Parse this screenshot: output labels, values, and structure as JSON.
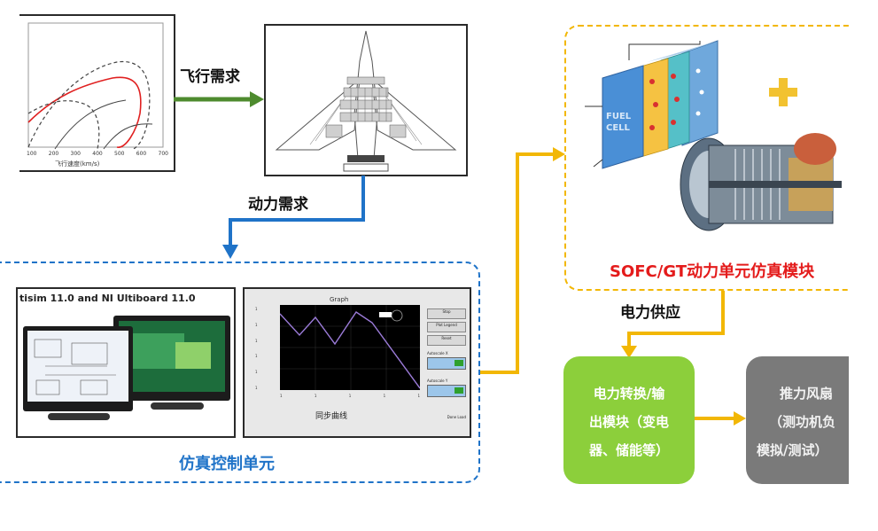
{
  "labels": {
    "flight_demand": "飞行需求",
    "power_demand": "动力需求",
    "power_supply": "电力供应"
  },
  "top_left_plot": {
    "xlabel": "飞行速度(km/s)",
    "x_ticks": [
      "100",
      "200",
      "300",
      "400",
      "500",
      "600",
      "700"
    ]
  },
  "sim_control": {
    "title": "仿真控制单元",
    "software_banner": "tisim 11.0 and NI Ultiboard 11.0",
    "graph_title": "Graph",
    "graph_footer_text": "同步曲线",
    "side_buttons": [
      "Stop",
      "Plot Legend",
      "Reset"
    ],
    "side_group1": "Autoscale X",
    "side_group2": "Autoscale Y",
    "status": "Done Load"
  },
  "sofc_module": {
    "title": "SOFC/GT动力单元仿真模块",
    "cell_text": "FUEL CELL"
  },
  "conversion_box": {
    "lines": [
      "电力转换/输",
      "出模块（变电",
      "器、储能等）"
    ]
  },
  "thrust_box": {
    "lines": [
      "推力风扇",
      "（测功机负",
      "模拟/测试）"
    ]
  },
  "colors": {
    "green_arrow": "#4e8b2e",
    "blue": "#1f73c8",
    "yellow": "#f2b705",
    "green_box": "#8ccf3b",
    "gray_box": "#7a7a7a"
  }
}
